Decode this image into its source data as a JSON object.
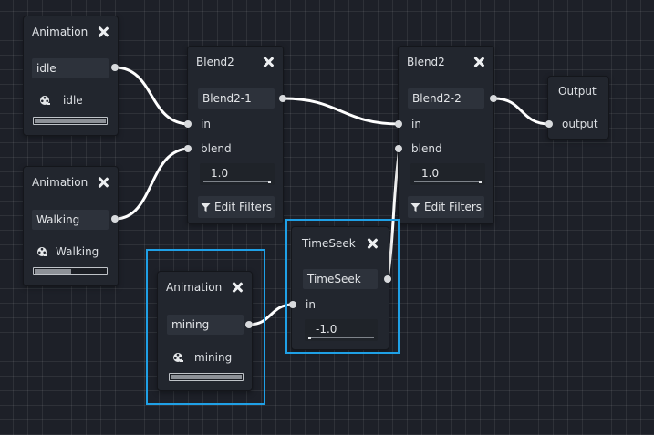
{
  "colors": {
    "background": "#1d2028",
    "node": "#22262e",
    "selection": "#1fa0e6",
    "wire": "#ffffff"
  },
  "icons": {
    "close": "close-icon",
    "animation": "film-reel-icon",
    "filter": "filter-icon"
  },
  "nodes": {
    "anim_idle": {
      "title": "Animation",
      "field": "idle",
      "animation": "idle",
      "progress": 0.98
    },
    "anim_walk": {
      "title": "Animation",
      "field": "Walking",
      "animation": "Walking",
      "progress": 0.5
    },
    "anim_mining": {
      "title": "Animation",
      "field": "mining",
      "animation": "mining",
      "progress": 0.98
    },
    "blend1": {
      "title": "Blend2",
      "field": "Blend2-1",
      "port_in": "in",
      "port_blend": "blend",
      "amount": "1.0",
      "button": "Edit Filters"
    },
    "blend2": {
      "title": "Blend2",
      "field": "Blend2-2",
      "port_in": "in",
      "port_blend": "blend",
      "amount": "1.0",
      "button": "Edit Filters"
    },
    "timeseek": {
      "title": "TimeSeek",
      "field": "TimeSeek",
      "port_in": "in",
      "seek": "-1.0"
    },
    "output": {
      "title": "Output",
      "port": "output"
    }
  }
}
